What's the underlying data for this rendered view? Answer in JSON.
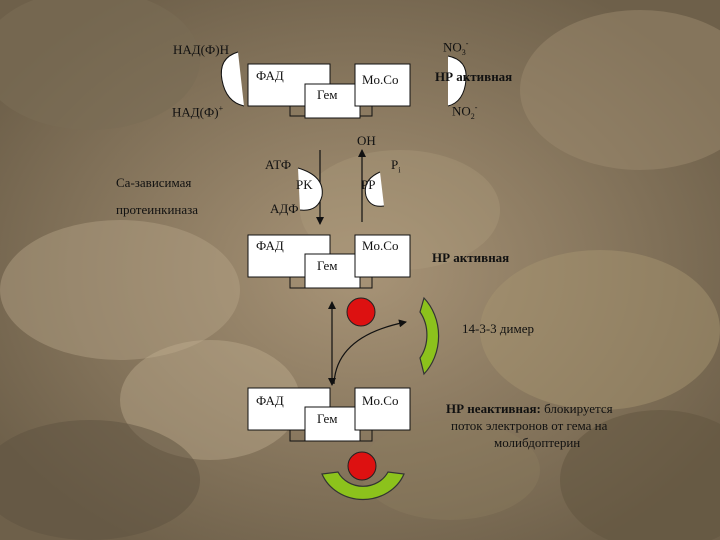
{
  "colors": {
    "background": "#8a7a60",
    "box_fill": "#ffffff",
    "line": "#111111",
    "red_site": "#dd1111",
    "green_dimer": "#8cc21c"
  },
  "top_block": {
    "nadfh": "НАД(Ф)Н",
    "nadf_plus_base": "НАД(Ф)",
    "nadf_plus_sup": "+",
    "no3_base": "NO",
    "no3_sub": "3",
    "no3_sup": "-",
    "no2_base": "NO",
    "no2_sub": "2",
    "no2_sup": "-",
    "fad": "ФАД",
    "heme": "Гем",
    "moco": "Mo.Co",
    "state": "НР активная"
  },
  "phospho_block": {
    "oh": "OH",
    "atp": "АТФ",
    "adp": "АДФ",
    "pk": "PK",
    "pp": "PP",
    "pi_base": "P",
    "pi_sub": "i",
    "kinase_line1": "Са-зависимая",
    "kinase_line2": "протеинкиназа"
  },
  "middle_block": {
    "fad": "ФАД",
    "heme": "Гем",
    "moco": "Mo.Co",
    "state": "НР активная",
    "dimer": "14-3-3 димер"
  },
  "bottom_block": {
    "fad": "ФАД",
    "heme": "Гем",
    "moco": "Mo.Co",
    "state_bold": "НР неактивная:",
    "state_rest": " блокируется",
    "desc_line2": "поток электронов от гема на",
    "desc_line3": "молибдоптерин"
  }
}
